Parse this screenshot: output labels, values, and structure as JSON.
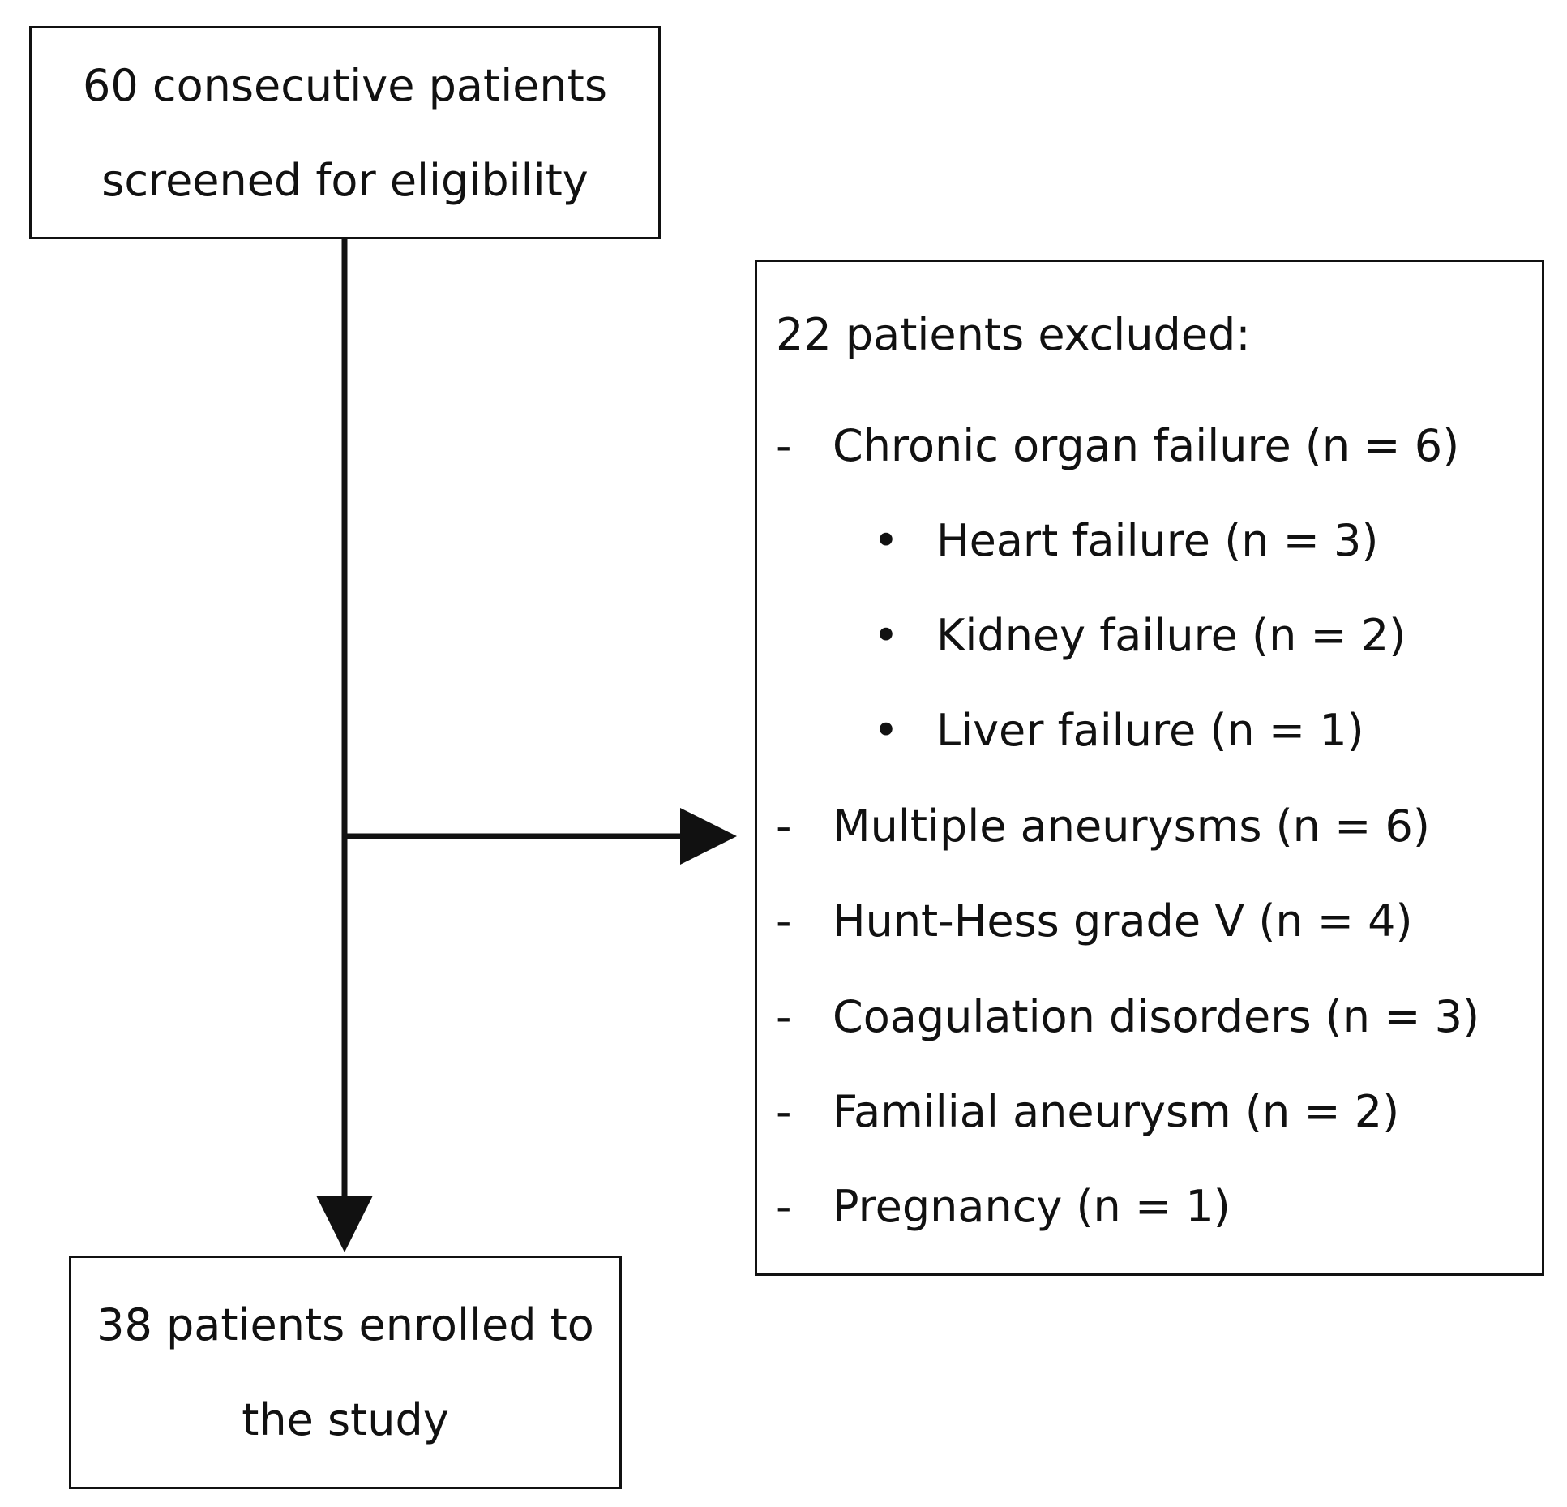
{
  "screened": {
    "line1": "60 consecutive patients",
    "line2": "screened for eligibility"
  },
  "excluded": {
    "heading": "22 patients excluded:",
    "items": [
      {
        "marker": "-",
        "text": "Chronic organ failure (n = 6)"
      },
      {
        "marker": "•",
        "text": "Heart failure (n = 3)"
      },
      {
        "marker": "•",
        "text": "Kidney failure (n = 2)"
      },
      {
        "marker": "•",
        "text": "Liver failure (n = 1)"
      },
      {
        "marker": "-",
        "text": "Multiple aneurysms (n = 6)"
      },
      {
        "marker": "-",
        "text": "Hunt-Hess grade V (n = 4)"
      },
      {
        "marker": "-",
        "text": "Coagulation disorders (n = 3)"
      },
      {
        "marker": "-",
        "text": "Familial aneurysm (n = 2)"
      },
      {
        "marker": "-",
        "text": "Pregnancy (n = 1)"
      }
    ]
  },
  "enrolled": {
    "line1": "38 patients enrolled to",
    "line2": "the study"
  },
  "colors": {
    "line": "#111111",
    "background": "#ffffff"
  }
}
